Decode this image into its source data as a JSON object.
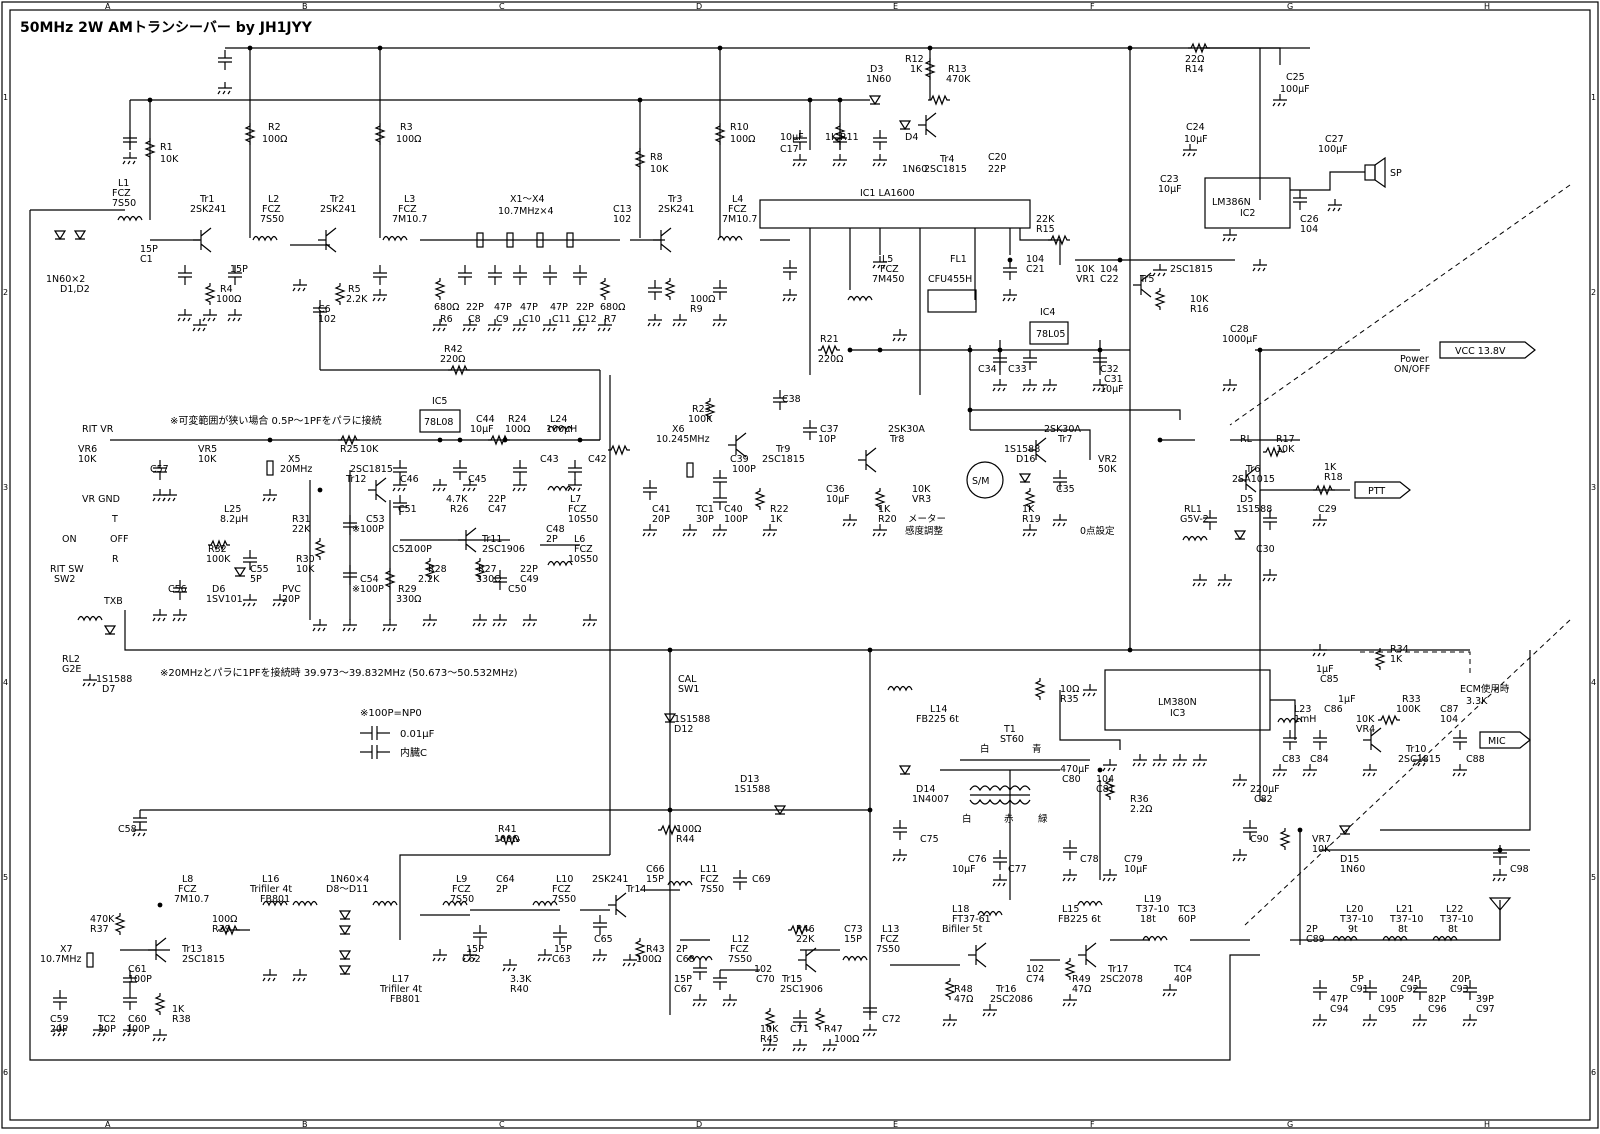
{
  "title": "50MHz 2W AMトランシーバー by JH1JYY",
  "grid_cols": [
    "A",
    "B",
    "C",
    "D",
    "E",
    "F",
    "G",
    "H"
  ],
  "grid_rows": [
    "1",
    "2",
    "3",
    "4",
    "5",
    "6"
  ],
  "ic_labels": {
    "ic1": "IC1  LA1600",
    "ic2": "LM386N",
    "ic2b": "IC2",
    "ic3": "LM380N",
    "ic3b": "IC3",
    "ic4": "IC4",
    "ic4b": "78L05",
    "ic5": "IC5",
    "ic5b": "78L08"
  },
  "connectors": {
    "vcc": "VCC 13.8V",
    "ptt": "PTT",
    "mic": "MIC",
    "sp": "SP",
    "meter": "S/M"
  },
  "notes": {
    "rit_range": "※可変範囲が狭い場合 0.5P～1PFをパラに接続",
    "freq_20mhz": "※20MHzとパラに1PFを接続時 39.973～39.832MHz (50.673～50.532MHz)",
    "npo": "※100P=NP0",
    "cap_001": "0.01μF",
    "trimmer": "内臓C",
    "meter_adj": "メーター",
    "meter_adj2": "感度調整",
    "zero_adj": "0点設定",
    "ecm": "ECM使用時",
    "ecm2": "3.3K"
  },
  "labels": {
    "L1": "L1",
    "L1v": "FCZ",
    "L1t": "7S50",
    "Tr1": "Tr1",
    "Tr1t": "2SK241",
    "L2": "L2",
    "L2v": "FCZ",
    "L2t": "7S50",
    "Tr2": "Tr2",
    "Tr2t": "2SK241",
    "L3": "L3",
    "L3v": "FCZ",
    "L3t": "7M10.7",
    "X1": "X1～X4",
    "X1t": "10.7MHz×4",
    "Tr3": "Tr3",
    "Tr3t": "2SK241",
    "L4": "L4",
    "L4v": "FCZ",
    "L4t": "7M10.7",
    "C13": "C13",
    "C13v": "102",
    "D1": "1N60×2",
    "D1t": "D1,D2",
    "R1": "R1",
    "R1v": "10K",
    "R2": "R2",
    "R2v": "100Ω",
    "R3": "R3",
    "R3v": "100Ω",
    "R8": "R8",
    "R8v": "10K",
    "R10": "R10",
    "R10v": "100Ω",
    "R4": "R4",
    "R4v": "100Ω",
    "R5": "R5",
    "R5v": "2.2K",
    "R6": "R6",
    "R6v": "680Ω",
    "R7": "R7",
    "R7v": "680Ω",
    "R9": "R9",
    "R9v": "100Ω",
    "C1": "C1",
    "C1v": "15P",
    "C5v": "15P",
    "C6": "C6",
    "C6v": "102",
    "C8": "C8",
    "C8v": "22P",
    "C9": "C9",
    "C9v": "47P",
    "C10": "C10",
    "C10v": "47P",
    "C11": "C11",
    "C11v": "47P",
    "C12": "C12",
    "C12v": "22P",
    "D3": "D3",
    "D3v": "1N60",
    "D4": "D4",
    "D4v": "1N60",
    "R12": "R12",
    "R12v": "1K",
    "R13": "R13",
    "R13v": "470K",
    "Tr4": "Tr4",
    "Tr4t": "2SC1815",
    "C17": "10μF",
    "C17t": "C17",
    "R11": "1K",
    "R11t": "R11",
    "C20": "C20",
    "C20v": "22P",
    "R14": "R14",
    "R14v": "22Ω",
    "C25": "C25",
    "C25v": "100μF",
    "C24": "C24",
    "C24v": "10μF",
    "C27": "C27",
    "C27v": "100μF",
    "C23": "C23",
    "C23v": "10μF",
    "C26": "C26",
    "C26v": "104",
    "R15": "R15",
    "R15v": "22K",
    "C21": "C21",
    "C21v": "104",
    "VR1": "VR1",
    "VR1v": "10K",
    "C22": "C22",
    "C22v": "104",
    "Tr5": "Tr5",
    "Tr5t": "2SC1815",
    "R16": "R16",
    "R16v": "10K",
    "L5": "L5",
    "L5v": "FCZ",
    "L5t": "7M450",
    "FL1": "FL1",
    "FL1t": "CFU455H",
    "C28": "C28",
    "C28v": "1000μF",
    "power": "Power",
    "power2": "ON/OFF",
    "R21": "R21",
    "R21v": "220Ω",
    "R42": "R42",
    "R42v": "220Ω",
    "C34": "C34",
    "C33": "C33",
    "C32": "C32",
    "C31": "C31",
    "C31v": "10μF",
    "R23": "R23",
    "R23v": "100K",
    "C38": "C38",
    "C37": "C37",
    "C37v": "10P",
    "X6": "X6",
    "X6t": "10.245MHz",
    "C39": "C39",
    "C39v": "100P",
    "Tr9": "Tr9",
    "Tr9t": "2SC1815",
    "C41": "C41",
    "C41v": "20P",
    "TC1": "TC1",
    "TC1v": "30P",
    "C40": "C40",
    "C40v": "100P",
    "R22": "R22",
    "R22v": "1K",
    "Tr8": "Tr8",
    "Tr8t": "2SK30A",
    "VR3": "VR3",
    "VR3v": "10K",
    "R20": "R20",
    "R20v": "1K",
    "C36": "C36",
    "C36v": "10μF",
    "Tr7": "Tr7",
    "Tr7t": "2SK30A",
    "D16": "D16",
    "D16v": "1S1588",
    "VR2": "VR2",
    "VR2v": "50K",
    "R19": "R19",
    "R19v": "1K",
    "C35": "C35",
    "RL": "RL",
    "R17": "R17",
    "R17v": "10K",
    "Tr6": "Tr6",
    "Tr6t": "2SA1015",
    "R18": "R18",
    "R18v": "1K",
    "C29": "C29",
    "RL1": "RL1",
    "RL1t": "G5V-2",
    "D5": "D5",
    "D5v": "1S1588",
    "C30": "C30",
    "ritvr": "RIT VR",
    "VR6": "VR6",
    "VR6v": "10K",
    "vrgnd": "VR GND",
    "VR5": "VR5",
    "VR5v": "10K",
    "C57": "C57",
    "X5": "X5",
    "X5v": "20MHz",
    "L25": "L25",
    "L25v": "8.2μH",
    "R31": "R31",
    "R31v": "22K",
    "R25": "R25",
    "R25v": "10K",
    "Tr12": "Tr12",
    "Tr12t": "2SC1815",
    "C44": "C44",
    "C44v": "10μF",
    "R24": "R24",
    "R24v": "100Ω",
    "L24": "L24",
    "L24v": "100μH",
    "C46": "C46",
    "C45": "C45",
    "C43": "C43",
    "C42": "C42",
    "C51": "C51",
    "R26": "R26",
    "R26v": "4.7K",
    "C47": "C47",
    "C47v": "22P",
    "L7": "L7",
    "L7v": "FCZ",
    "L7t": "10S50",
    "C53": "C53",
    "C53v": "※100P",
    "C52": "C52",
    "C52v": "100P",
    "Tr11": "Tr11",
    "Tr11t": "2SC1906",
    "C48": "C48",
    "C48v": "2P",
    "L6": "L6",
    "L6v": "FCZ",
    "L6t": "10S50",
    "C49": "C49",
    "C49v": "22P",
    "C54": "C54",
    "C54v": "※100P",
    "R28": "R28",
    "R28v": "2.2K",
    "R27": "R27",
    "R27v": "330Ω",
    "C50": "C50",
    "R29": "R29",
    "R29v": "330Ω",
    "R30": "R30",
    "R30v": "10K",
    "on": "ON",
    "off": "OFF",
    "t": "T",
    "r": "R",
    "ritsw": "RIT SW",
    "ritsw2": "SW2",
    "R32": "R32",
    "R32v": "100K",
    "C55": "C55",
    "C55v": "5P",
    "C56": "C56",
    "D6": "D6",
    "D6v": "1SV101",
    "PVC": "PVC",
    "PVCv": "20P",
    "TXB": "TXB",
    "RL2": "RL2",
    "RL2t": "G2E",
    "D7": "1S1588",
    "D7t": "D7",
    "CAL": "CAL",
    "CALt": "SW1",
    "D12": "1S1588",
    "D12t": "D12",
    "D13": "D13",
    "D13v": "1S1588",
    "R44": "100Ω",
    "R44t": "R44",
    "R41": "R41",
    "R41v": "100Ω",
    "C58": "C58",
    "L14": "L14",
    "L14v": "FB225 6t",
    "D14": "D14",
    "D14v": "1N4007",
    "C75": "C75",
    "T1": "T1",
    "T1t": "ST60",
    "white": "白",
    "blue": "青",
    "white2": "白",
    "red": "赤",
    "green": "緑",
    "C80": "470μF",
    "C80t": "C80",
    "R35": "10Ω",
    "R35t": "R35",
    "C81": "104",
    "C81t": "C81",
    "R36": "R36",
    "R36v": "2.2Ω",
    "C82": "220μF",
    "C82t": "C82",
    "C85": "1μF",
    "C85t": "C85",
    "R34": "R34",
    "R34v": "1K",
    "L23": "L23",
    "L23v": "1mH",
    "C86": "1μF",
    "C86t": "C86",
    "R33": "R33",
    "R33v": "100K",
    "C87": "C87",
    "C87v": "104",
    "C83": "C83",
    "C84": "C84",
    "VR4": "10K",
    "VR4t": "VR4",
    "Tr10": "Tr10",
    "Tr10t": "2SC1815",
    "C88": "C88",
    "C76": "C76",
    "C76v": "10μF",
    "C77": "C77",
    "C78": "C78",
    "C79": "C79",
    "C79v": "10μF",
    "C90": "C90",
    "VR7": "VR7",
    "VR7v": "10K",
    "D15": "D15",
    "D15v": "1N60",
    "C98": "C98",
    "L8": "L8",
    "L8v": "FCZ",
    "L8t": "7M10.7",
    "R37": "470K",
    "R37t": "R37",
    "R39": "100Ω",
    "R39t": "R39",
    "Tr13": "Tr13",
    "Tr13t": "2SC1815",
    "X7": "X7",
    "X7t": "10.7MHz",
    "C61": "C61",
    "C61v": "100P",
    "C59": "C59",
    "C59v": "20P",
    "TC2": "TC2",
    "TC2v": "30P",
    "C60": "C60",
    "C60v": "100P",
    "R38": "1K",
    "R38t": "R38",
    "L16": "L16",
    "L16v": "Trifiler 4t",
    "L16t": "FB801",
    "D8": "1N60×4",
    "D8t": "D8～D11",
    "L17": "L17",
    "L17v": "Trifiler 4t",
    "L17t": "FB801",
    "L9": "L9",
    "L9v": "FCZ",
    "L9t": "7S50",
    "C64": "C64",
    "C64v": "2P",
    "L10": "L10",
    "L10v": "FCZ",
    "L10t": "7S50",
    "C62": "15P",
    "C62t": "C62",
    "R40": "3.3K",
    "R40t": "R40",
    "C63": "15P",
    "C63t": "C63",
    "Tr14": "2SK241",
    "Tr14t": "Tr14",
    "C66": "C66",
    "C66v": "15P",
    "L11": "L11",
    "L11v": "FCZ",
    "L11t": "7S50",
    "C69": "C69",
    "C65": "C65",
    "R43": "R43",
    "R43v": "100Ω",
    "C68": "2P",
    "C68t": "C68",
    "C67": "15P",
    "C67t": "C67",
    "L12": "L12",
    "L12v": "FCZ",
    "L12t": "7S50",
    "C70": "102",
    "C70t": "C70",
    "R46": "R46",
    "R46v": "22K",
    "Tr15": "Tr15",
    "Tr15t": "2SC1906",
    "C73": "C73",
    "C73v": "15P",
    "L13": "L13",
    "L13v": "FCZ",
    "L13t": "7S50",
    "R45": "10K",
    "R45t": "R45",
    "C71": "C71",
    "R47": "R47",
    "R47v": "100Ω",
    "C72": "C72",
    "R48": "R48",
    "R48v": "47Ω",
    "L18": "L18",
    "L18v": "FT37-61",
    "L18t": "Bifiler 5t",
    "Tr16": "Tr16",
    "Tr16t": "2SC2086",
    "C74": "102",
    "C74t": "C74",
    "R49": "R49",
    "R49v": "47Ω",
    "L15": "L15",
    "L15v": "FB225 6t",
    "L19": "L19",
    "L19v": "T37-10",
    "L19t": "18t",
    "Tr17": "Tr17",
    "Tr17t": "2SC2078",
    "TC3": "TC3",
    "TC3v": "60P",
    "TC4": "TC4",
    "TC4v": "40P",
    "C89": "2P",
    "C89t": "C89",
    "L20": "L20",
    "L20v": "T37-10",
    "L20t": "9t",
    "L21": "L21",
    "L21v": "T37-10",
    "L21t": "8t",
    "L22": "L22",
    "L22v": "T37-10",
    "L22t": "8t",
    "C91": "5P",
    "C91t": "C91",
    "C92": "24P",
    "C92t": "C92",
    "C93": "20P",
    "C93t": "C93",
    "C94": "47P",
    "C94t": "C94",
    "C95": "100P",
    "C95t": "C95",
    "C96": "82P",
    "C96t": "C96",
    "C97": "39P",
    "C97t": "C97"
  }
}
